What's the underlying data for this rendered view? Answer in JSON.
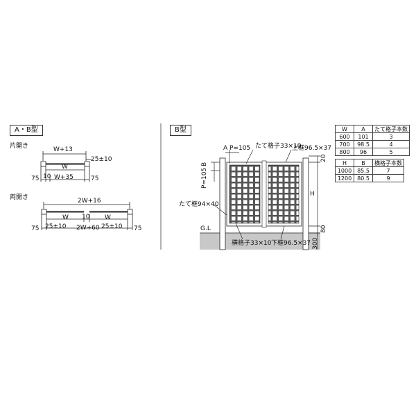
{
  "left_panel": {
    "box_label": "A・B型",
    "single": {
      "section_label": "片開き",
      "top_dim": "W+13",
      "right_dim": "25±10",
      "mid_dim": "W",
      "left_post": "75",
      "small_gap": "10",
      "bottom_dim": "W+35",
      "right_post": "75"
    },
    "double": {
      "section_label": "両開き",
      "top_dim": "2W+16",
      "left_w": "W",
      "center_gap": "10",
      "right_w": "W",
      "left_post": "75",
      "left_clear": "25±10",
      "bottom_dim": "2W+60",
      "right_clear": "25±10",
      "right_post": "75"
    }
  },
  "right_panel": {
    "box_label": "B型",
    "labels": {
      "a": "A",
      "p_top": "P=105",
      "vertical_lattice": "たて格子33×10",
      "top_frame": "上框96.5×37",
      "dim_20": "20",
      "p_left": "P=105",
      "b": "B",
      "h": "H",
      "post_frame": "たて框94×40",
      "gl": "G.L",
      "dim_80": "80",
      "dim_300": "300",
      "horizontal_lattice": "横格子33×10",
      "bottom_frame": "下框96.5×37"
    },
    "table_w": {
      "headers": [
        "W",
        "A",
        "たて格子本数"
      ],
      "rows": [
        [
          "600",
          "101",
          "3"
        ],
        [
          "700",
          "98.5",
          "4"
        ],
        [
          "800",
          "96",
          "5"
        ]
      ]
    },
    "table_h": {
      "headers": [
        "H",
        "B",
        "横格子本数"
      ],
      "rows": [
        [
          "1000",
          "85.5",
          "7"
        ],
        [
          "1200",
          "80.5",
          "9"
        ]
      ]
    }
  }
}
